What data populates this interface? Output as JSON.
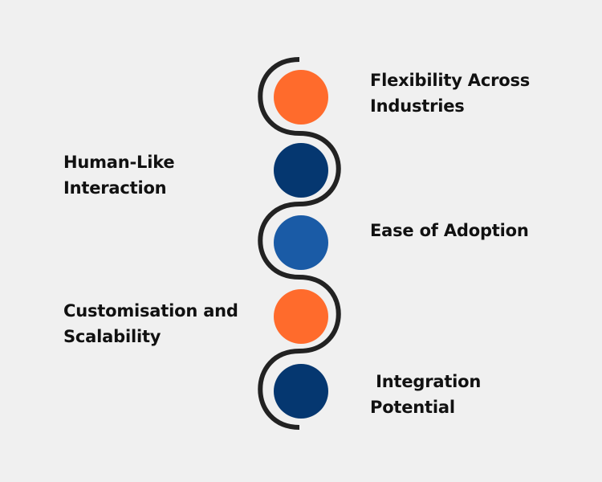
{
  "colors": {
    "background": "#f0f0f0",
    "orange": "#ff6b2c",
    "navy": "#053770",
    "blue": "#1a5ba6",
    "connector": "#222222",
    "text": "#111111"
  },
  "steps": [
    {
      "lines": [
        "Flexibility Across",
        "Industries"
      ],
      "color": "orange",
      "side": "right"
    },
    {
      "lines": [
        "Human-Like",
        "Interaction"
      ],
      "color": "navy",
      "side": "left"
    },
    {
      "lines": [
        "Ease of Adoption"
      ],
      "color": "blue",
      "side": "right"
    },
    {
      "lines": [
        "Customisation and",
        "Scalability"
      ],
      "color": "orange",
      "side": "left"
    },
    {
      "lines": [
        " Integration",
        "Potential"
      ],
      "color": "navy",
      "side": "right"
    }
  ]
}
